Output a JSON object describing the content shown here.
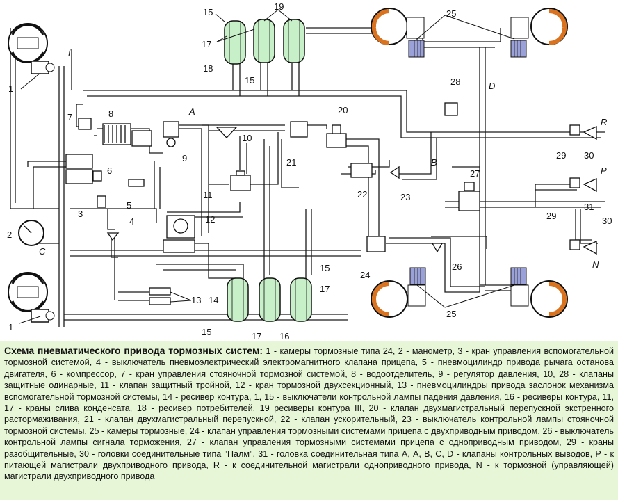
{
  "labels": {
    "l1a": "1",
    "l1b": "1",
    "l2": "2",
    "l3": "3",
    "l4": "4",
    "l5": "5",
    "l6": "6",
    "l7": "7",
    "l8": "8",
    "l9": "9",
    "l10": "10",
    "l11": "11",
    "l12": "12",
    "l13": "13",
    "l14": "14",
    "l15a": "15",
    "l15b": "15",
    "l15c": "15",
    "l15d": "15",
    "l16": "16",
    "l17a": "17",
    "l17b": "17",
    "l17c": "17",
    "l18": "18",
    "l19": "19",
    "l20": "20",
    "l21": "21",
    "l22": "22",
    "l23": "23",
    "l24": "24",
    "l25a": "25",
    "l25b": "25",
    "l26": "26",
    "l27": "27",
    "l28": "28",
    "l29a": "29",
    "l29b": "29",
    "l30a": "30",
    "l30b": "30",
    "l31": "31",
    "lI": "I",
    "lA": "A",
    "lB": "B",
    "lC": "C",
    "lD": "D",
    "lR": "R",
    "lP": "P",
    "lN": "N"
  },
  "caption": {
    "title": "Схема пневматического привода тормозных систем:",
    "body": " 1 - камеры тормозные типа 24, 2 - манометр, 3 - кран управления вспомогательной тормозной системой, 4 - выключатель пневмоэлектрический электромагнитного клапана прицепа, 5 - пневмоцилиндр привода рычага останова двигателя, 6 - компрессор, 7 - кран управления стояночной тормозной системой, 8 - водоотделитель, 9 - регулятор давления, 10, 28 - клапаны защитные одинарные, 11 - клапан защитный тройной, 12 - кран тормозной двухсекционный, 13 - пневмоцилиндры привода заслонок механизма вспомогательной тормозной системы, 14 - ресивер контура, 1, 15 - выключатели контрольной лампы падения давления, 16 - ресиверы контура, 11, 17 - краны слива конденсата, 18 - ресивер потребителей, 19 ресиверы контура III, 20 - клапан двухмагистральный перепускной экстренного растормаживания, 21 - клапан двухмагистральный перепускной, 22 - клапан ускорительный, 23 - выключатель контрольной лампы стояночной тормозной системы, 25 - камеры тормозные, 24 - клапан управления тормозными системами прицепа с двухприводным приводом, 26 - выключатель контрольной лампы сигнала торможения, 27 - клапан управления тормозными системами прицепа с одноприводным приводом, 29 - краны разобщительные, 30 - головки соединительные типа \"Палм\", 31 - головка соединительная типа А, А, В, С, D - клапаны контрольных выводов, Р - к питающей магистрали двухприводного привода, R - к соединительной магистрали одноприводного привода, N - к тормозной (управляющей) магистрали двухприводного привода"
  },
  "colors": {
    "receiver_fill": "#c8f0c8",
    "chamber_fill": "#9aa0d8",
    "drum_accent": "#d9731f",
    "line": "#1a1a1a",
    "caption_bg": "#e6f6d6"
  }
}
